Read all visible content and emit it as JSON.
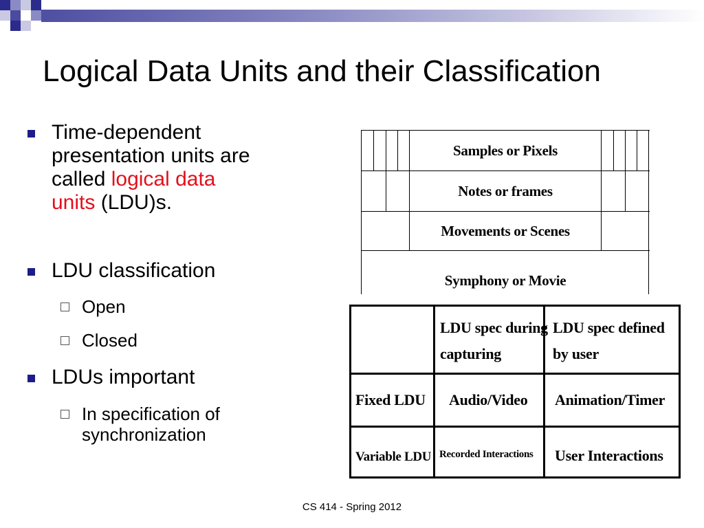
{
  "slide": {
    "title": "Logical Data Units and their Classification",
    "accent_color": "#1c1c8a",
    "highlight_color": "#e3101b"
  },
  "bullets": [
    {
      "lines": [
        "Time-dependent",
        "presentation units are"
      ],
      "line3_prefix": "called ",
      "line3_highlight": "logical data",
      "line4_highlight": "units",
      "line4_suffix": " (LDU)s."
    },
    {
      "text": "LDU classification",
      "sub": [
        "Open",
        "Closed"
      ]
    },
    {
      "text": "LDUs important",
      "sub_lines": [
        "In specification of",
        "synchronization"
      ]
    }
  ],
  "hierarchy": {
    "levels": [
      "Samples or Pixels",
      "Notes or frames",
      "Movements or Scenes",
      "Symphony or Movie"
    ]
  },
  "matrix": {
    "col_headers": [
      "LDU spec during\ncapturing",
      "LDU spec defined\nby user"
    ],
    "rows": [
      {
        "label": "Fixed LDU",
        "cells": [
          "Audio/Video",
          "Animation/Timer"
        ]
      },
      {
        "label": "Variable LDU",
        "cells": [
          "Recorded Interactions",
          "User Interactions"
        ]
      }
    ]
  },
  "footer": {
    "text": "CS 414 - Spring 2012"
  }
}
